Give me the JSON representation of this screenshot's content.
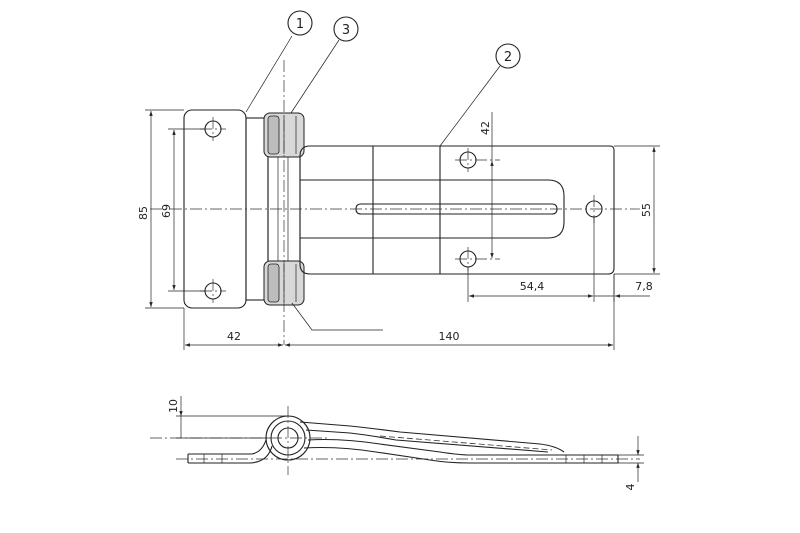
{
  "balloons": {
    "b1": "1",
    "b2": "2",
    "b3": "3"
  },
  "dimensions": {
    "d85": "85",
    "d69": "69",
    "d42v": "42",
    "d55": "55",
    "d54_4": "54,4",
    "d7_8": "7,8",
    "d42h": "42",
    "d140": "140",
    "d10": "10",
    "d4": "4"
  }
}
